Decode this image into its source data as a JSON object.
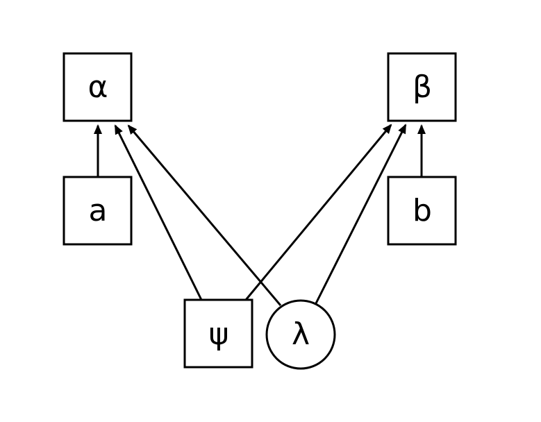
{
  "diagram": {
    "nodes": [
      {
        "id": "alpha",
        "label": "α",
        "shape": "box"
      },
      {
        "id": "beta",
        "label": "β",
        "shape": "box"
      },
      {
        "id": "a",
        "label": "a",
        "shape": "box"
      },
      {
        "id": "b",
        "label": "b",
        "shape": "box"
      },
      {
        "id": "psi",
        "label": "ψ",
        "shape": "box"
      },
      {
        "id": "lambda",
        "label": "λ",
        "shape": "circle"
      }
    ],
    "edges": [
      {
        "from": "a",
        "to": "alpha"
      },
      {
        "from": "b",
        "to": "beta"
      },
      {
        "from": "psi",
        "to": "alpha"
      },
      {
        "from": "psi",
        "to": "beta"
      },
      {
        "from": "lambda",
        "to": "alpha"
      },
      {
        "from": "lambda",
        "to": "beta"
      }
    ],
    "colors": {
      "stroke": "#000000",
      "background": "#ffffff"
    }
  }
}
